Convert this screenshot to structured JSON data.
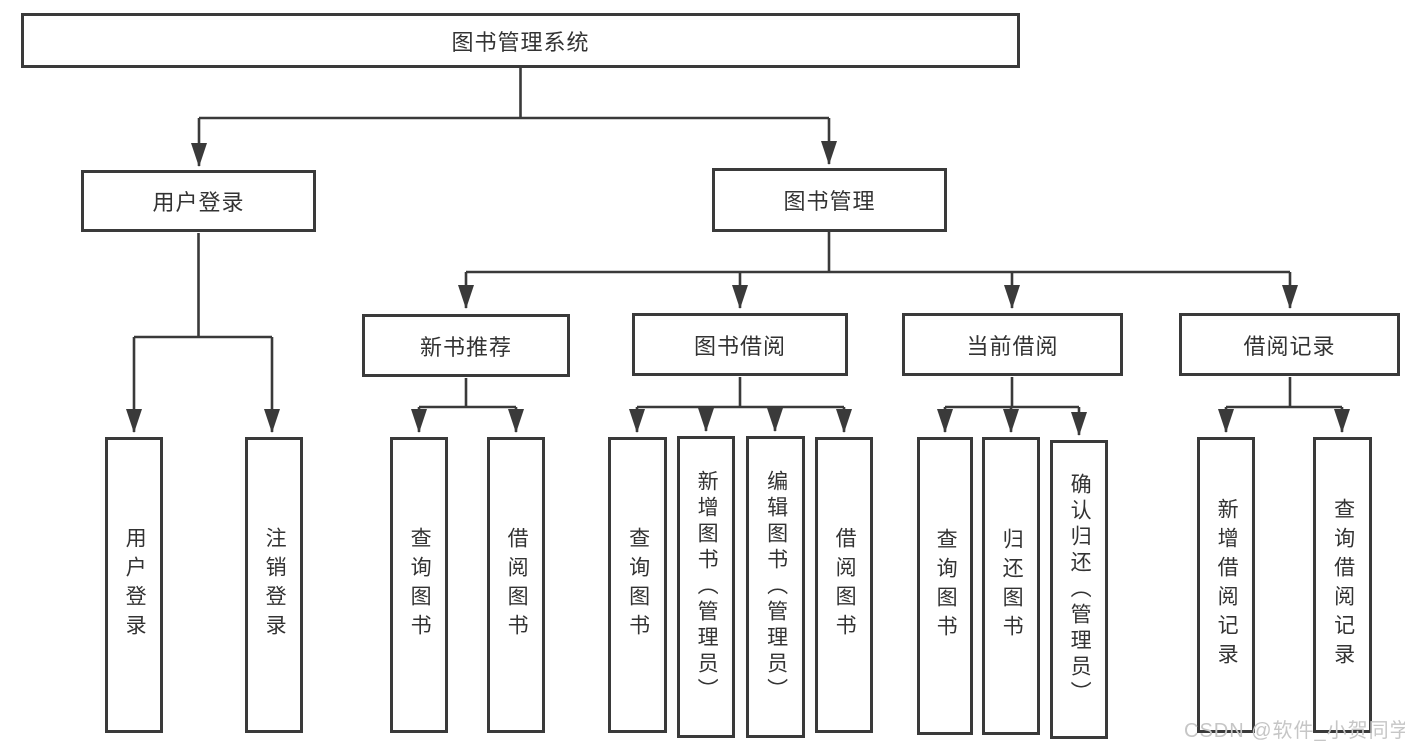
{
  "diagram": {
    "watermark": "CSDN @软件_小贺同学",
    "colors": {
      "line": "#3a3a3a",
      "text": "#333333",
      "box_background": "#ffffff",
      "page_background": "#ffffff",
      "watermark": "#c6c6c6"
    }
  },
  "tree": {
    "root": {
      "label": "图书管理系统",
      "children": [
        {
          "label": "用户登录",
          "children": [
            {
              "label": "用户登录"
            },
            {
              "label": "注销登录"
            }
          ]
        },
        {
          "label": "图书管理",
          "children": [
            {
              "label": "新书推荐",
              "children": [
                {
                  "label": "查询图书"
                },
                {
                  "label": "借阅图书"
                }
              ]
            },
            {
              "label": "图书借阅",
              "children": [
                {
                  "label": "查询图书"
                },
                {
                  "label": "新增图书（管理员）"
                },
                {
                  "label": "编辑图书（管理员）"
                },
                {
                  "label": "借阅图书"
                }
              ]
            },
            {
              "label": "当前借阅",
              "children": [
                {
                  "label": "查询图书"
                },
                {
                  "label": "归还图书"
                },
                {
                  "label": "确认归还（管理员）"
                }
              ]
            },
            {
              "label": "借阅记录",
              "children": [
                {
                  "label": "新增借阅记录"
                },
                {
                  "label": "查询借阅记录"
                }
              ]
            }
          ]
        }
      ]
    }
  }
}
